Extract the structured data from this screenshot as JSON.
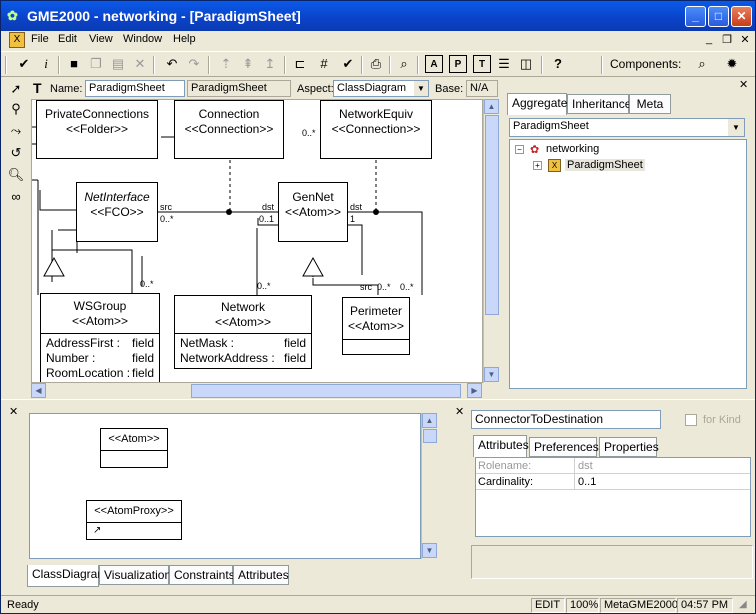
{
  "window": {
    "title": "GME2000 - networking - [ParadigmSheet]"
  },
  "menu": [
    "File",
    "Edit",
    "View",
    "Window",
    "Help"
  ],
  "toolbar": {
    "components_label": "Components:"
  },
  "props": {
    "name_label": "Name:",
    "name_value": "ParadigmSheet",
    "kind_value": "ParadigmSheet",
    "aspect_label": "Aspect:",
    "aspect_value": "ClassDiagram",
    "base_label": "Base:",
    "base_value": "N/A"
  },
  "diagram": {
    "private_connections": {
      "name": "PrivateConnections",
      "stereo": "<<Folder>>"
    },
    "connection": {
      "name": "Connection",
      "stereo": "<<Connection>>"
    },
    "network_equiv": {
      "name": "NetworkEquiv",
      "stereo": "<<Connection>>"
    },
    "net_interface": {
      "name": "NetInterface",
      "stereo": "<<FCO>>"
    },
    "gen_net": {
      "name": "GenNet",
      "stereo": "<<Atom>>"
    },
    "ws_group": {
      "name": "WSGroup",
      "stereo": "<<Atom>>",
      "attrs": [
        [
          "AddressFirst :",
          "field"
        ],
        [
          "Number :",
          "field"
        ],
        [
          "RoomLocation :",
          "field"
        ]
      ]
    },
    "network": {
      "name": "Network",
      "stereo": "<<Atom>>",
      "attrs": [
        [
          "NetMask :",
          "field"
        ],
        [
          "NetworkAddress :",
          "field"
        ]
      ]
    },
    "perimeter": {
      "name": "Perimeter",
      "stereo": "<<Atom>>"
    },
    "labels": {
      "src1": "src",
      "mult_src1": "0..*",
      "dst1": "dst",
      "mult_dst1": "0..1",
      "dst2": "dst",
      "mult_dst2": "1",
      "mult_ws": "0..*",
      "mult_net": "0..*",
      "src2": "src",
      "mult_src2": "0..*",
      "mult_per": "0..*",
      "mult_conn": "0..*"
    }
  },
  "browser": {
    "tabs": [
      "Aggregate",
      "Inheritance",
      "Meta"
    ],
    "filter": "ParadigmSheet",
    "tree": {
      "root": "networking",
      "child": "ParadigmSheet"
    }
  },
  "part_browser": {
    "atom": "<<Atom>>",
    "atom_proxy": "<<AtomProxy>>",
    "tabs": [
      "ClassDiagram",
      "Visualization",
      "Constraints",
      "Attributes"
    ]
  },
  "attr_panel": {
    "field": "ConnectorToDestination",
    "for_kind": "for Kind",
    "tabs": [
      "Attributes",
      "Preferences",
      "Properties"
    ],
    "rows": [
      [
        "Rolename:",
        "dst"
      ],
      [
        "Cardinality:",
        "0..1"
      ]
    ]
  },
  "status": {
    "ready": "Ready",
    "edit": "EDIT",
    "zoom": "100%",
    "paradigm": "MetaGME2000",
    "time": "04:57 PM"
  }
}
